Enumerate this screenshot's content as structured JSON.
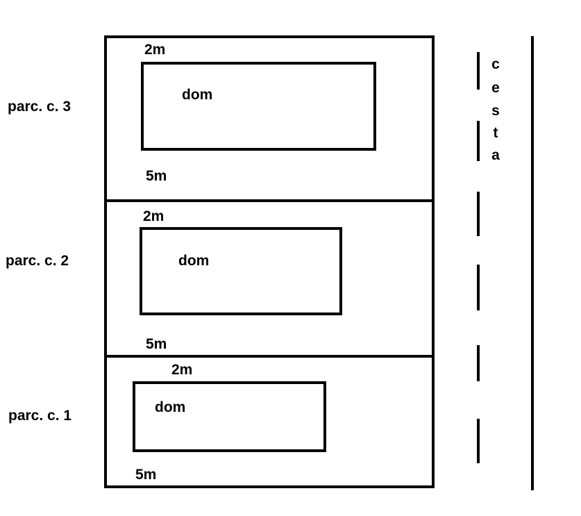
{
  "colors": {
    "ink": "#000000",
    "background": "#ffffff"
  },
  "parcels": [
    {
      "label": "parc. c. 3",
      "house_label": "dom",
      "top_setback": "2m",
      "bottom_setback": "5m"
    },
    {
      "label": "parc. c. 2",
      "house_label": "dom",
      "top_setback": "2m",
      "bottom_setback": "5m"
    },
    {
      "label": "parc. c. 1",
      "house_label": "dom",
      "top_setback": "2m",
      "bottom_setback": "5m"
    }
  ],
  "road": {
    "letters": [
      "c",
      "e",
      "s",
      "t",
      "a"
    ]
  }
}
